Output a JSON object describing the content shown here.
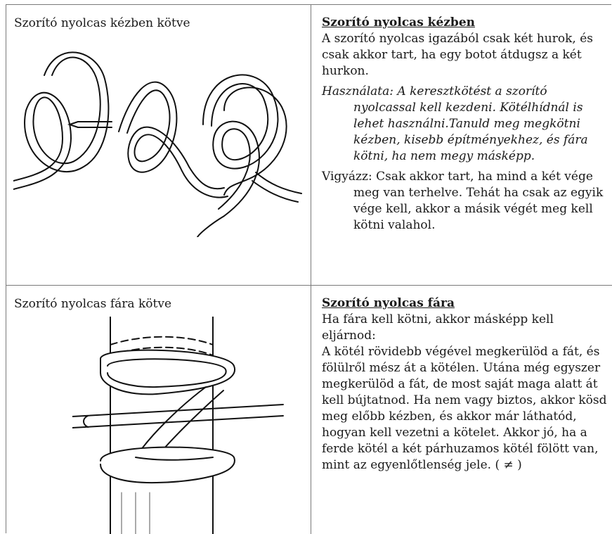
{
  "rows": [
    {
      "left_caption": "Szorító nyolcas kézben kötve",
      "heading": "Szorító nyolcas kézben",
      "intro": "A szorító nyolcas igazából csak két hurok, és csak akkor tart, ha egy botot átdugsz a két hurkon.",
      "usage": "Használata: A keresztkötést a szorító nyolcassal kell kezdeni. Kötélhídnál is lehet használni.Tanuld meg megkötni kézben, kisebb építményekhez, és fára kötni, ha nem megy másképp.",
      "warning": "Vigyázz: Csak akkor tart, ha mind a két vége meg van terhelve. Tehát ha csak az egyik vége kell, akkor a másik végét meg kell kötni valahol."
    },
    {
      "left_caption": "Szorító nyolcas fára kötve",
      "heading": "Szorító nyolcas fára",
      "line1": "Ha fára kell kötni, akkor másképp kell eljárnod:",
      "line2": "A kötél rövidebb végével megkerülöd a fát, és fölülről mész át a kötélen. Utána még egyszer megkerülöd a fát, de most saját maga alatt át kell bújtatnod. Ha nem vagy biztos, akkor kösd meg előbb kézben, és akkor már láthatód, hogyan kell vezetni a kötelet. Akkor jó, ha a ferde kötél a két párhuzamos kötél fölött van, mint az egyenlőtlenség jele. ( ≠ )"
    }
  ]
}
